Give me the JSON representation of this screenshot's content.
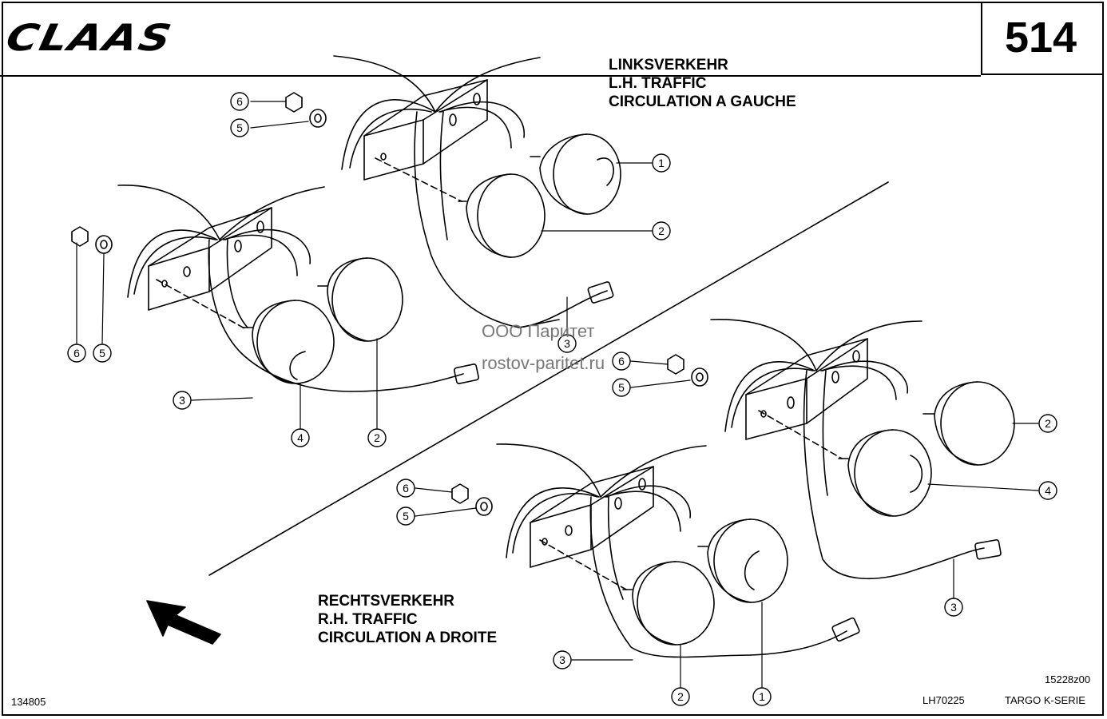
{
  "header": {
    "logo_text": "CLAAS",
    "page_number": "514"
  },
  "captions": {
    "lh_traffic": [
      "LINKSVERKEHR",
      "L.H. TRAFFIC",
      "CIRCULATION A GAUCHE"
    ],
    "rh_traffic": [
      "RECHTSVERKEHR",
      "R.H. TRAFFIC",
      "CIRCULATION A DROITE"
    ]
  },
  "watermark": {
    "line1": "ООО Паритет",
    "line2": "rostov-paritet.ru"
  },
  "footer": {
    "left_number": "134805",
    "drawing_code": "15228z00",
    "ref": "LH70225",
    "series": "TARGO K-SERIE"
  },
  "callouts": {
    "group_top": [
      {
        "label": "6"
      },
      {
        "label": "5"
      },
      {
        "label": "1"
      },
      {
        "label": "2"
      },
      {
        "label": "3"
      }
    ],
    "group_left": [
      {
        "label": "6"
      },
      {
        "label": "5"
      },
      {
        "label": "3"
      },
      {
        "label": "4"
      },
      {
        "label": "2"
      }
    ],
    "group_right": [
      {
        "label": "6"
      },
      {
        "label": "5"
      },
      {
        "label": "2"
      },
      {
        "label": "4"
      },
      {
        "label": "3"
      }
    ],
    "group_bottom": [
      {
        "label": "6"
      },
      {
        "label": "5"
      },
      {
        "label": "3"
      },
      {
        "label": "2"
      },
      {
        "label": "1"
      }
    ]
  }
}
